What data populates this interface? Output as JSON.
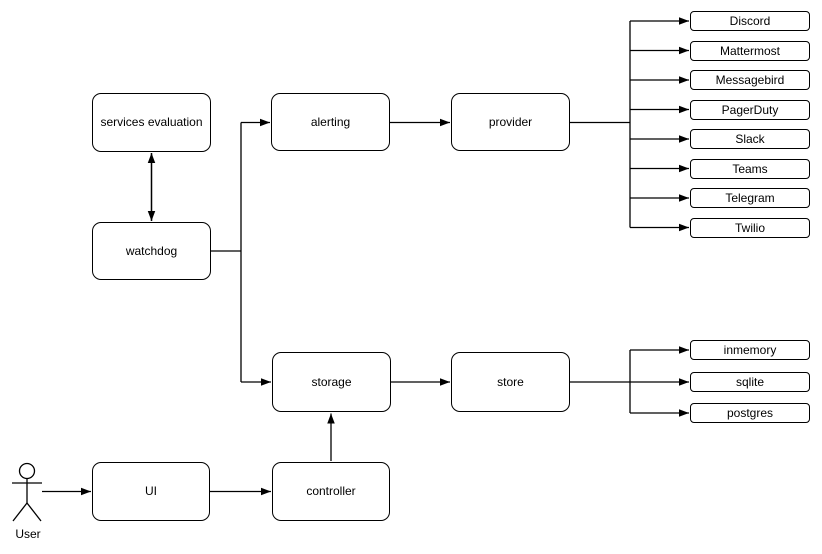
{
  "diagram": {
    "background_color": "#ffffff",
    "stroke_color": "#000000",
    "node_fill_color": "#ffffff",
    "text_color": "#000000"
  },
  "nodes": {
    "services_evaluation": "services evaluation",
    "watchdog": "watchdog",
    "alerting": "alerting",
    "provider": "provider",
    "storage": "storage",
    "store": "store",
    "ui": "UI",
    "controller": "controller"
  },
  "actor": {
    "label": "User"
  },
  "providers": [
    "Discord",
    "Mattermost",
    "Messagebird",
    "PagerDuty",
    "Slack",
    "Teams",
    "Telegram",
    "Twilio"
  ],
  "stores": [
    "inmemory",
    "sqlite",
    "postgres"
  ],
  "edges": [
    {
      "from": "services evaluation",
      "to": "watchdog",
      "type": "bidirectional"
    },
    {
      "from": "watchdog",
      "to": "alerting",
      "type": "arrow"
    },
    {
      "from": "watchdog",
      "to": "storage",
      "type": "arrow"
    },
    {
      "from": "alerting",
      "to": "provider",
      "type": "arrow"
    },
    {
      "from": "provider",
      "to": [
        "Discord",
        "Mattermost",
        "Messagebird",
        "PagerDuty",
        "Slack",
        "Teams",
        "Telegram",
        "Twilio"
      ],
      "type": "arrow"
    },
    {
      "from": "storage",
      "to": "store",
      "type": "arrow"
    },
    {
      "from": "store",
      "to": [
        "inmemory",
        "sqlite",
        "postgres"
      ],
      "type": "arrow"
    },
    {
      "from": "controller",
      "to": "storage",
      "type": "arrow"
    },
    {
      "from": "UI",
      "to": "controller",
      "type": "arrow"
    },
    {
      "from": "User",
      "to": "UI",
      "type": "arrow"
    }
  ]
}
